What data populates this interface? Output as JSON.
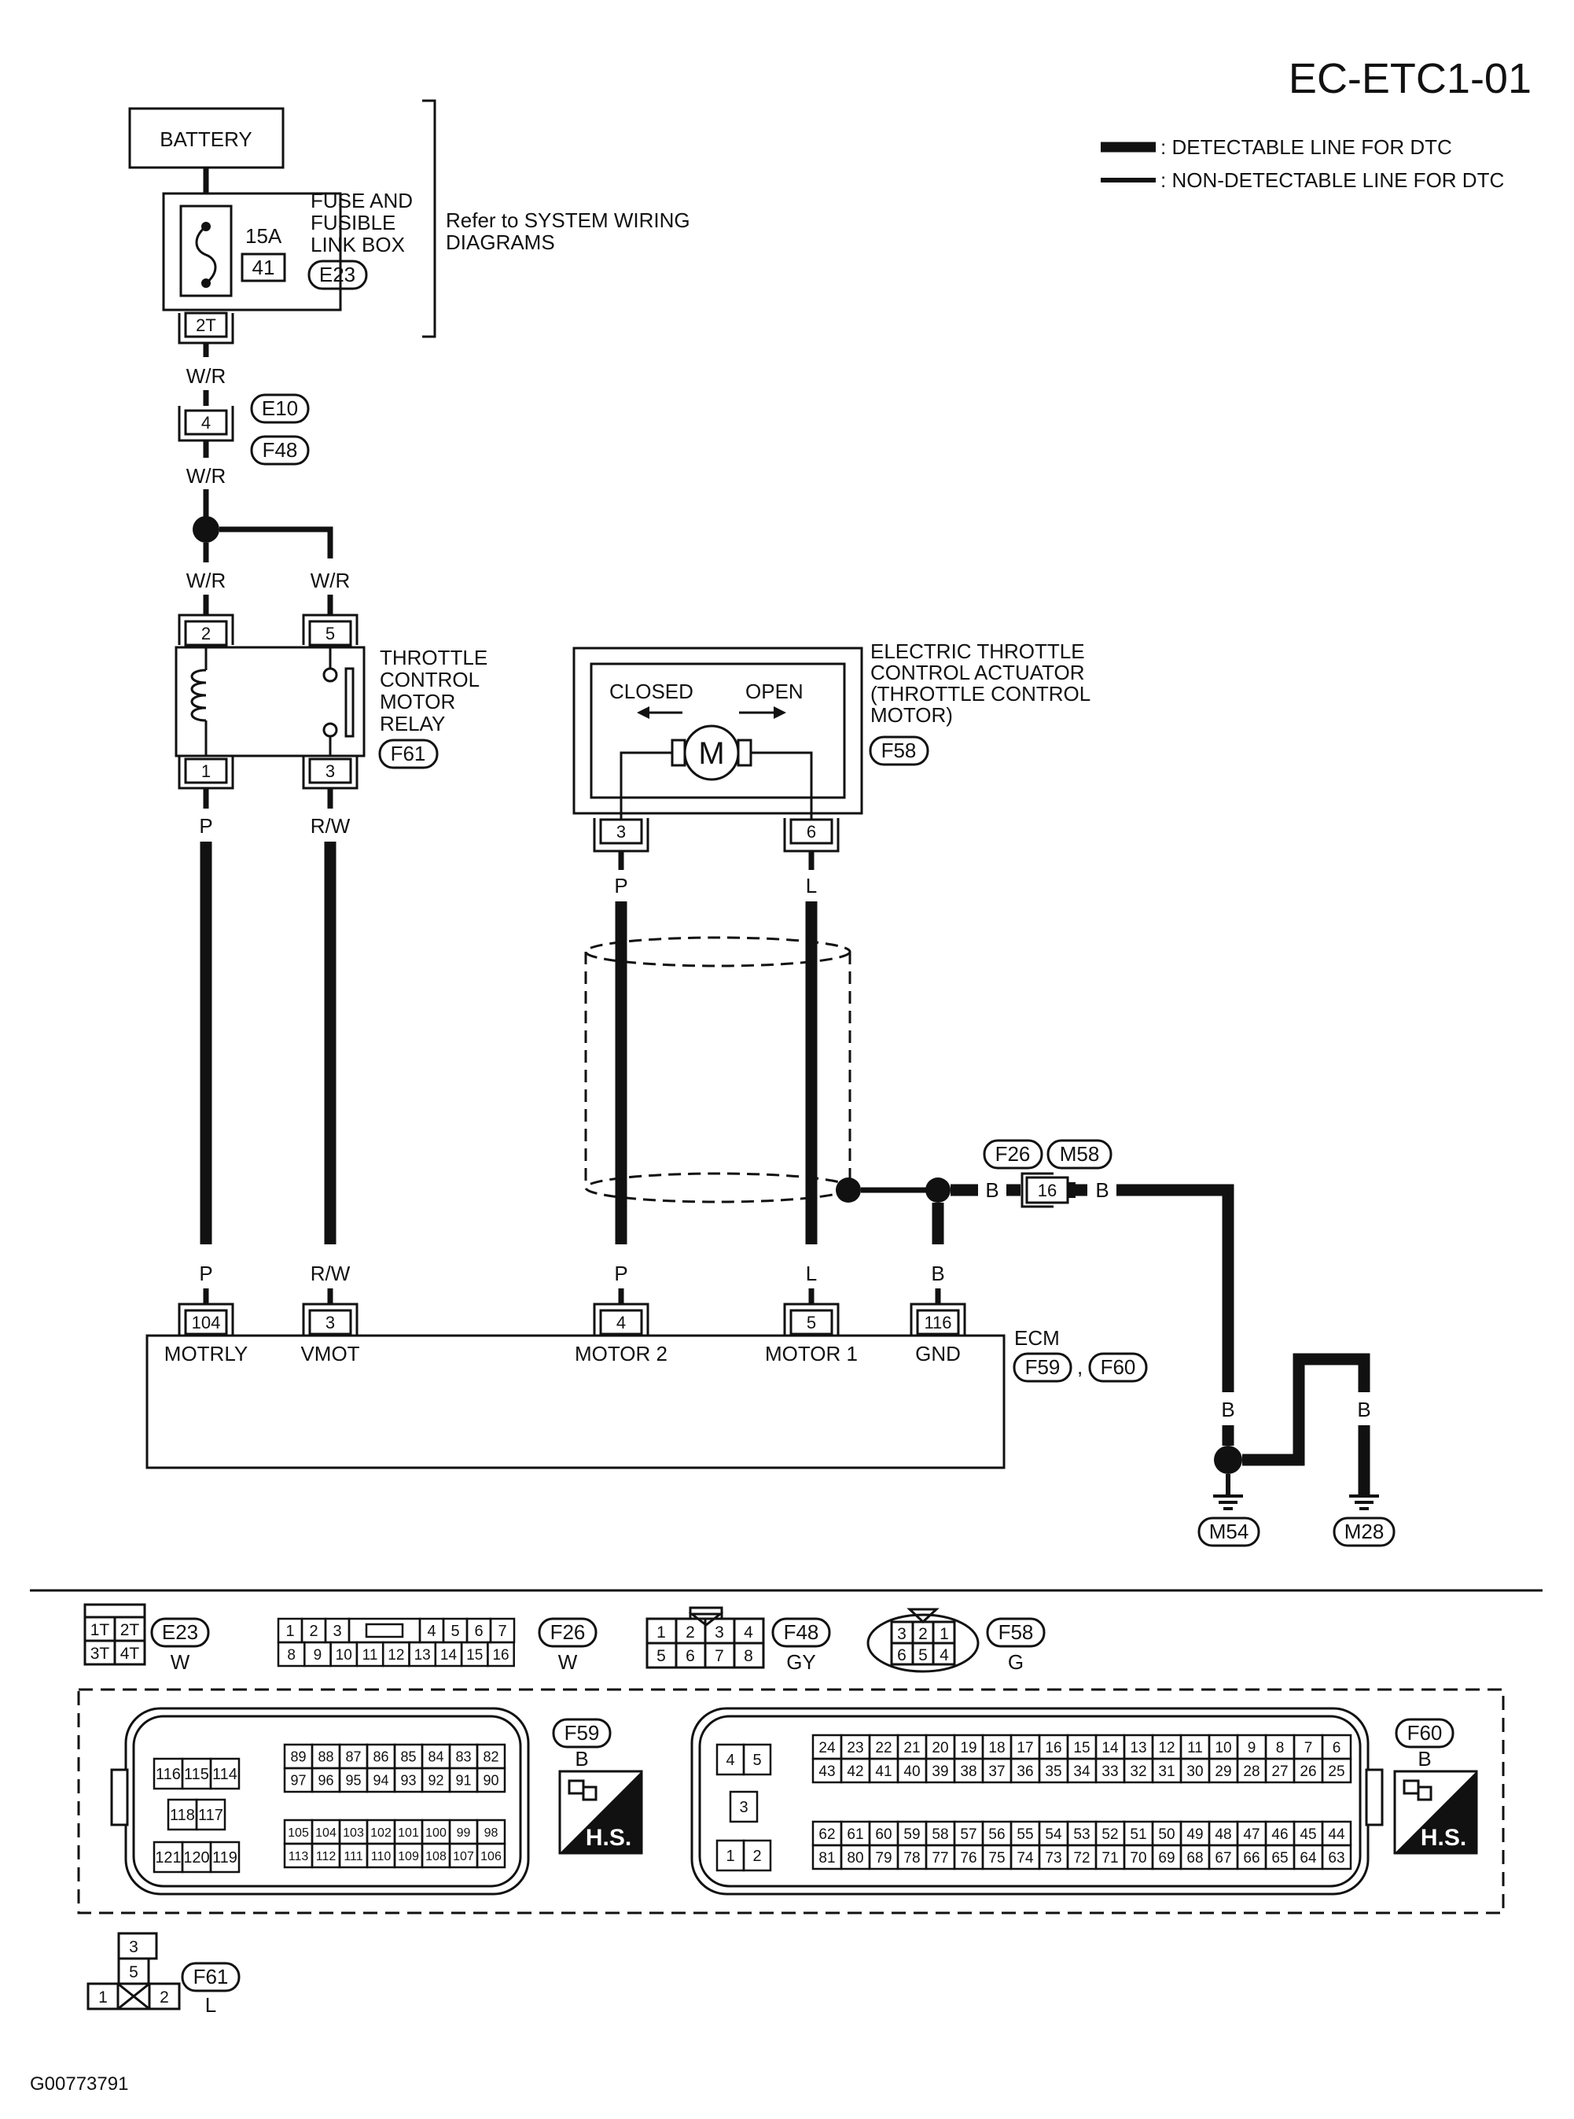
{
  "diagram_id": "EC-ETC1-01",
  "legend": {
    "detectable": ": DETECTABLE LINE FOR DTC",
    "non_detectable": ": NON-DETECTABLE LINE FOR DTC"
  },
  "battery": "BATTERY",
  "fuse_box": {
    "label": [
      "FUSE AND",
      "FUSIBLE",
      "LINK BOX"
    ],
    "amp": "15A",
    "number": "41",
    "connector": "E23",
    "terminal": "2T"
  },
  "refer_text": [
    "Refer to SYSTEM WIRING",
    "DIAGRAMS"
  ],
  "wires": {
    "wr": "W/R",
    "p": "P",
    "rw": "R/W",
    "l": "L",
    "b": "B"
  },
  "joint_e10": {
    "top": "E10",
    "bottom": "F48",
    "pin": "4"
  },
  "relay": {
    "label": [
      "THROTTLE",
      "CONTROL",
      "MOTOR",
      "RELAY"
    ],
    "connector": "F61",
    "pins": [
      "2",
      "5",
      "1",
      "3"
    ]
  },
  "actuator": {
    "label": [
      "ELECTRIC THROTTLE",
      "CONTROL ACTUATOR",
      "(THROTTLE CONTROL",
      "MOTOR)"
    ],
    "connector": "F58",
    "closed": "CLOSED",
    "open": "OPEN",
    "motor": "M",
    "pins": [
      "3",
      "6"
    ]
  },
  "joint_f26": {
    "left": "F26",
    "right": "M58",
    "pin": "16"
  },
  "ecm": {
    "label": "ECM",
    "connectors": [
      "F59",
      "F60"
    ],
    "separator": ",",
    "terminals": [
      {
        "pin": "104",
        "name": "MOTRLY"
      },
      {
        "pin": "3",
        "name": "VMOT"
      },
      {
        "pin": "4",
        "name": "MOTOR 2"
      },
      {
        "pin": "5",
        "name": "MOTOR 1"
      },
      {
        "pin": "116",
        "name": "GND"
      }
    ]
  },
  "grounds": [
    "M54",
    "M28"
  ],
  "connector_views": {
    "e23": {
      "id": "E23",
      "color": "W",
      "cells": [
        "1T",
        "2T",
        "3T",
        "4T"
      ]
    },
    "f26": {
      "id": "F26",
      "color": "W",
      "row1": [
        "1",
        "2",
        "3",
        "4",
        "5",
        "6",
        "7"
      ],
      "row2": [
        "8",
        "9",
        "10",
        "11",
        "12",
        "13",
        "14",
        "15",
        "16"
      ]
    },
    "f48": {
      "id": "F48",
      "color": "GY",
      "row1": [
        "1",
        "2",
        "3",
        "4"
      ],
      "row2": [
        "5",
        "6",
        "7",
        "8"
      ]
    },
    "f58": {
      "id": "F58",
      "color": "G",
      "row1": [
        "3",
        "2",
        "1"
      ],
      "row2": [
        "6",
        "5",
        "4"
      ]
    },
    "f59": {
      "id": "F59",
      "color": "B",
      "hs": "H.S.",
      "block_a": [
        [
          "116",
          "115",
          "114"
        ],
        [
          "118",
          "117"
        ],
        [
          "121",
          "120",
          "119"
        ]
      ],
      "block_b": [
        [
          "89",
          "88",
          "87",
          "86",
          "85",
          "84",
          "83",
          "82"
        ],
        [
          "97",
          "96",
          "95",
          "94",
          "93",
          "92",
          "91",
          "90"
        ]
      ],
      "block_c": [
        [
          "105",
          "104",
          "103",
          "102",
          "101",
          "100",
          "99",
          "98"
        ],
        [
          "113",
          "112",
          "111",
          "110",
          "109",
          "108",
          "107",
          "106"
        ]
      ]
    },
    "f60": {
      "id": "F60",
      "color": "B",
      "hs": "H.S.",
      "small": [
        "4",
        "5",
        "3",
        "1",
        "2"
      ],
      "block_b": [
        [
          "24",
          "23",
          "22",
          "21",
          "20",
          "19",
          "18",
          "17",
          "16",
          "15",
          "14",
          "13",
          "12",
          "11",
          "10",
          "9",
          "8",
          "7",
          "6"
        ],
        [
          "43",
          "42",
          "41",
          "40",
          "39",
          "38",
          "37",
          "36",
          "35",
          "34",
          "33",
          "32",
          "31",
          "30",
          "29",
          "28",
          "27",
          "26",
          "25"
        ]
      ],
      "block_c": [
        [
          "62",
          "61",
          "60",
          "59",
          "58",
          "57",
          "56",
          "55",
          "54",
          "53",
          "52",
          "51",
          "50",
          "49",
          "48",
          "47",
          "46",
          "45",
          "44"
        ],
        [
          "81",
          "80",
          "79",
          "78",
          "77",
          "76",
          "75",
          "74",
          "73",
          "72",
          "71",
          "70",
          "69",
          "68",
          "67",
          "66",
          "65",
          "64",
          "63"
        ]
      ]
    },
    "f61": {
      "id": "F61",
      "color": "L",
      "cells": [
        "3",
        "5",
        "1",
        "2"
      ]
    }
  },
  "figure_code": "G00773791"
}
